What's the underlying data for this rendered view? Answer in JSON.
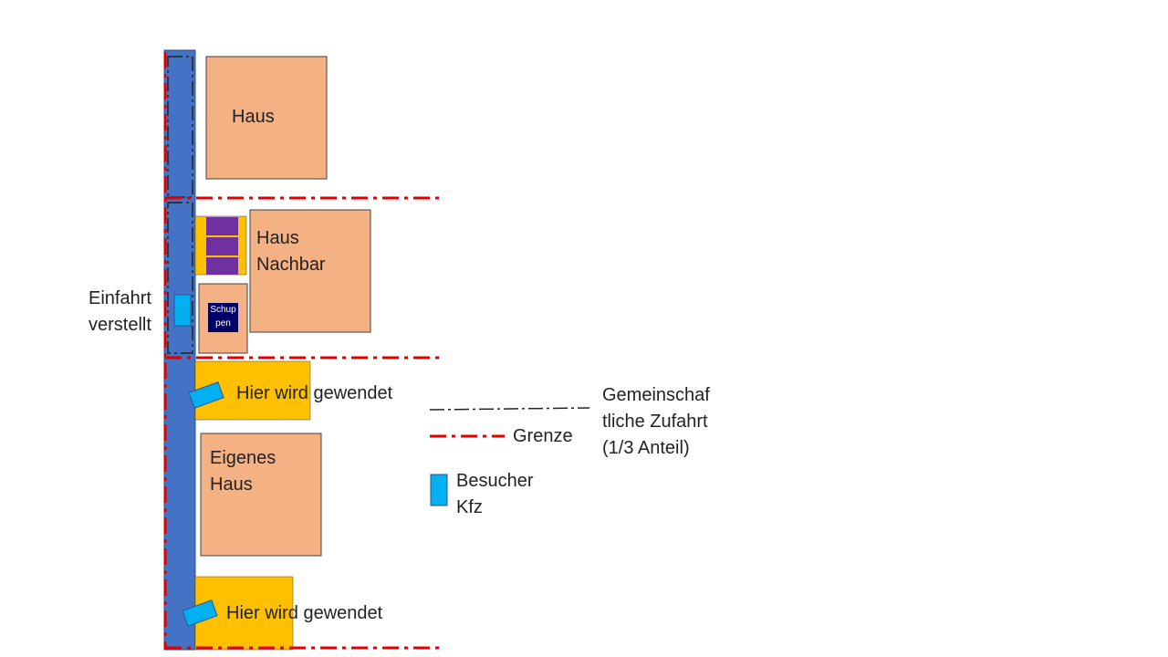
{
  "colors": {
    "road": "#4472c4",
    "house": "#f4b183",
    "turning_area": "#ffc000",
    "bins": "#7030a0",
    "visitor_car": "#00b0f0",
    "boundary_line": "#e00000",
    "shared_access_line": "#222222",
    "shed_label_bg": "#000066"
  },
  "labels": {
    "haus_top": "Haus",
    "haus_nachbar_1": "Haus",
    "haus_nachbar_2": "Nachbar",
    "schuppen_1": "Schup",
    "schuppen_2": "pen",
    "einfahrt_1": "Einfahrt",
    "einfahrt_2": "verstellt",
    "wenden_1": "Hier wird gewendet",
    "eigenes_1": "Eigenes",
    "eigenes_2": "Haus",
    "wenden_2": "Hier wird gewendet"
  },
  "legend": {
    "shared_access_1": "Gemeinschaf",
    "shared_access_2": "tliche Zufahrt",
    "shared_access_3": "(1/3 Anteil)",
    "boundary": "Grenze",
    "visitor_1": "Besucher",
    "visitor_2": "Kfz"
  }
}
